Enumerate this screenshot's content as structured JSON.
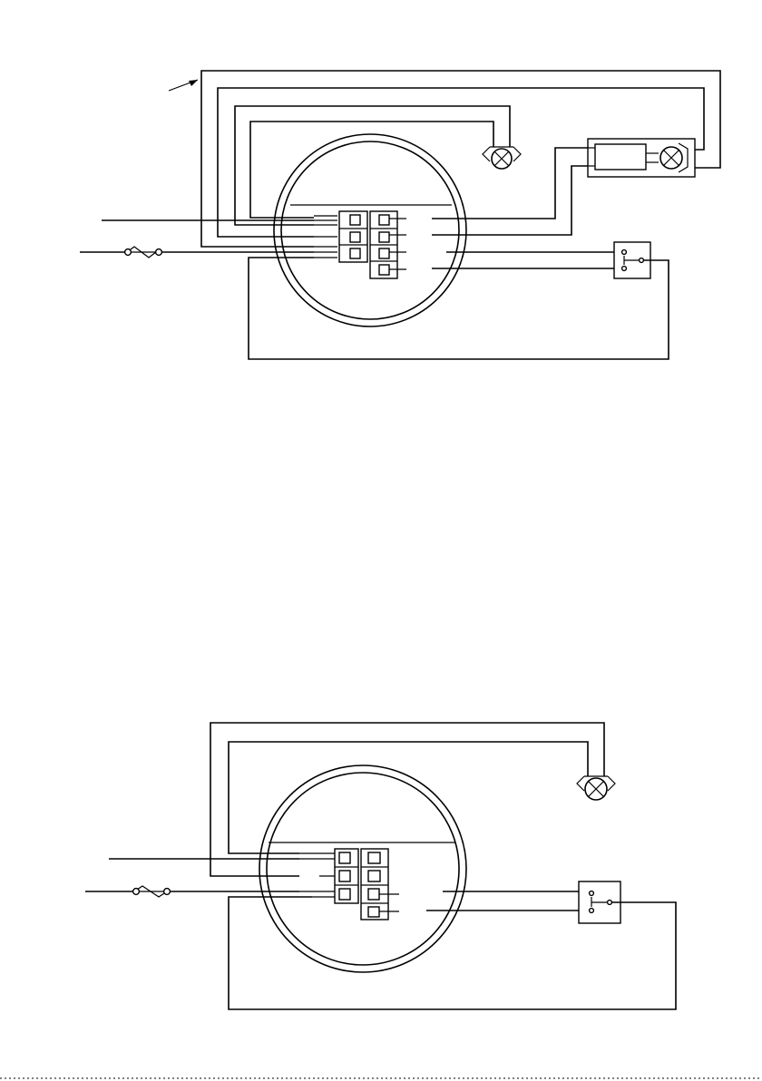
{
  "page": {
    "background": "#ffffff",
    "line_color": "#000000"
  },
  "diagrams": [
    {
      "name": "wiring-diagram-with-transformer",
      "components": [
        "junction-box",
        "terminal-block",
        "lamp-icon",
        "transformer-lamp-unit",
        "switch",
        "fuse-icon",
        "leader-arrow"
      ]
    },
    {
      "name": "wiring-diagram-basic",
      "components": [
        "junction-box",
        "terminal-block",
        "lamp-icon",
        "switch",
        "fuse-icon"
      ]
    }
  ]
}
